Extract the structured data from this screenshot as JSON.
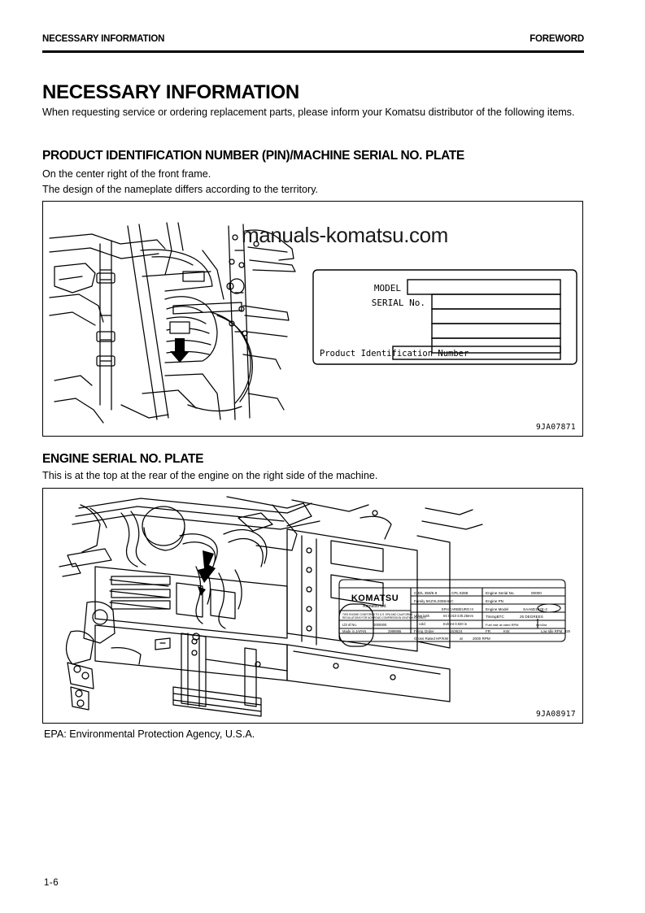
{
  "header": {
    "left": "NECESSARY INFORMATION",
    "right": "FOREWORD"
  },
  "main": {
    "title": "NECESSARY INFORMATION",
    "intro": "When requesting service or ordering replacement parts, please inform your Komatsu distributor of the following items.",
    "section_pin": {
      "heading": "PRODUCT IDENTIFICATION NUMBER (PIN)/MACHINE SERIAL NO. PLATE",
      "line1": "On the center right of the front frame.",
      "line2": "The design of the nameplate differs according to the territory.",
      "figure_code": "9JA07871",
      "nameplate": {
        "model_label": "MODEL",
        "serial_label": "SERIAL No.",
        "pin_label": "Product Identification Number"
      }
    },
    "section_engine": {
      "heading": "ENGINE SERIAL NO. PLATE",
      "line1": "This is at the top at the rear of the engine on the right side of the machine.",
      "figure_code": "9JA08917",
      "plate": {
        "brand": "KOMATSU",
        "company": "Komatsu Ltd.",
        "labels": {
          "cid": "CID/L",
          "cid_value": "359/5.9",
          "cpl": "CPL",
          "cpl_value": "8288",
          "engine_serial": "Engine Serial No.",
          "engine_serial_value": "00000",
          "family": "Family",
          "family_value": "5KZXL0359ABC",
          "engine_pn": "Engine PN",
          "emission": "EPA/CARB/EURO III",
          "engine_model": "Engine Model",
          "engine_model_value": "SAA6D102E-2",
          "valve_lash": "Valve lash",
          "valve_intake": "Int 0.010 in/0.25mm",
          "timing_btc": "TimingBTC",
          "timing_value": "25 DEGREES",
          "valve_cold": "cold",
          "valve_exhaust": "Exh Int 0.020 in",
          "fuel_rate": "Fuel rate at rated RPM",
          "fuel_units": "mm3/st",
          "firing_order_label": "Firing Order",
          "firing_order_value": "153624",
          "rated_power_label": "FR",
          "rated_power_value": "KW",
          "low_idle_label": "Low Idle RPM",
          "low_idle_value": "825",
          "rated_rpm_label": "Gross Rated HP/KW",
          "rated_rpm_units": "HP/KW",
          "rated_rpm_at": "at",
          "rated_rpm_value": "2000",
          "rpm": "RPM",
          "made_in": "Made in JAPAN",
          "label_no": "Lbl of No.",
          "label_no_value": "0000000",
          "part_no": "2999995"
        }
      }
    },
    "footnote": "EPA: Environmental Protection Agency, U.S.A."
  },
  "watermark": "manuals-komatsu.com",
  "folio": "1-6",
  "colors": {
    "ink": "#000000",
    "paper": "#ffffff"
  }
}
